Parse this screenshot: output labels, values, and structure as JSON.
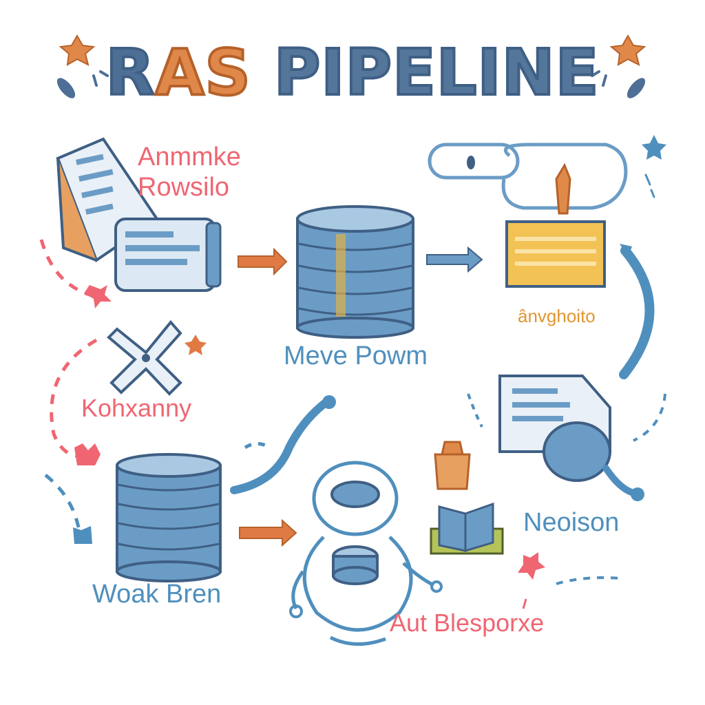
{
  "title": {
    "part_a": "R",
    "part_b": "AS",
    "part_c": " PIPELINE"
  },
  "nodes": {
    "documents_label": [
      "Anmmke",
      "Rowsilo"
    ],
    "database_top_label": "Meve Powm",
    "archive_label": "ânvghoito",
    "tool_label": "Kohxanny",
    "database_bottom_label": "Woak Bren",
    "response_label": "Aut Blesporxe",
    "output_label": "Neoison"
  },
  "colors": {
    "title_blue": "#4e6f95",
    "title_orange": "#e0884a",
    "pink": "#ef6672",
    "blue": "#4f8fbd",
    "orange_label": "#e1962f",
    "arrow_orange": "#e07a45",
    "db_blue": "#6b9cc6",
    "yellow_box": "#f3c255"
  }
}
